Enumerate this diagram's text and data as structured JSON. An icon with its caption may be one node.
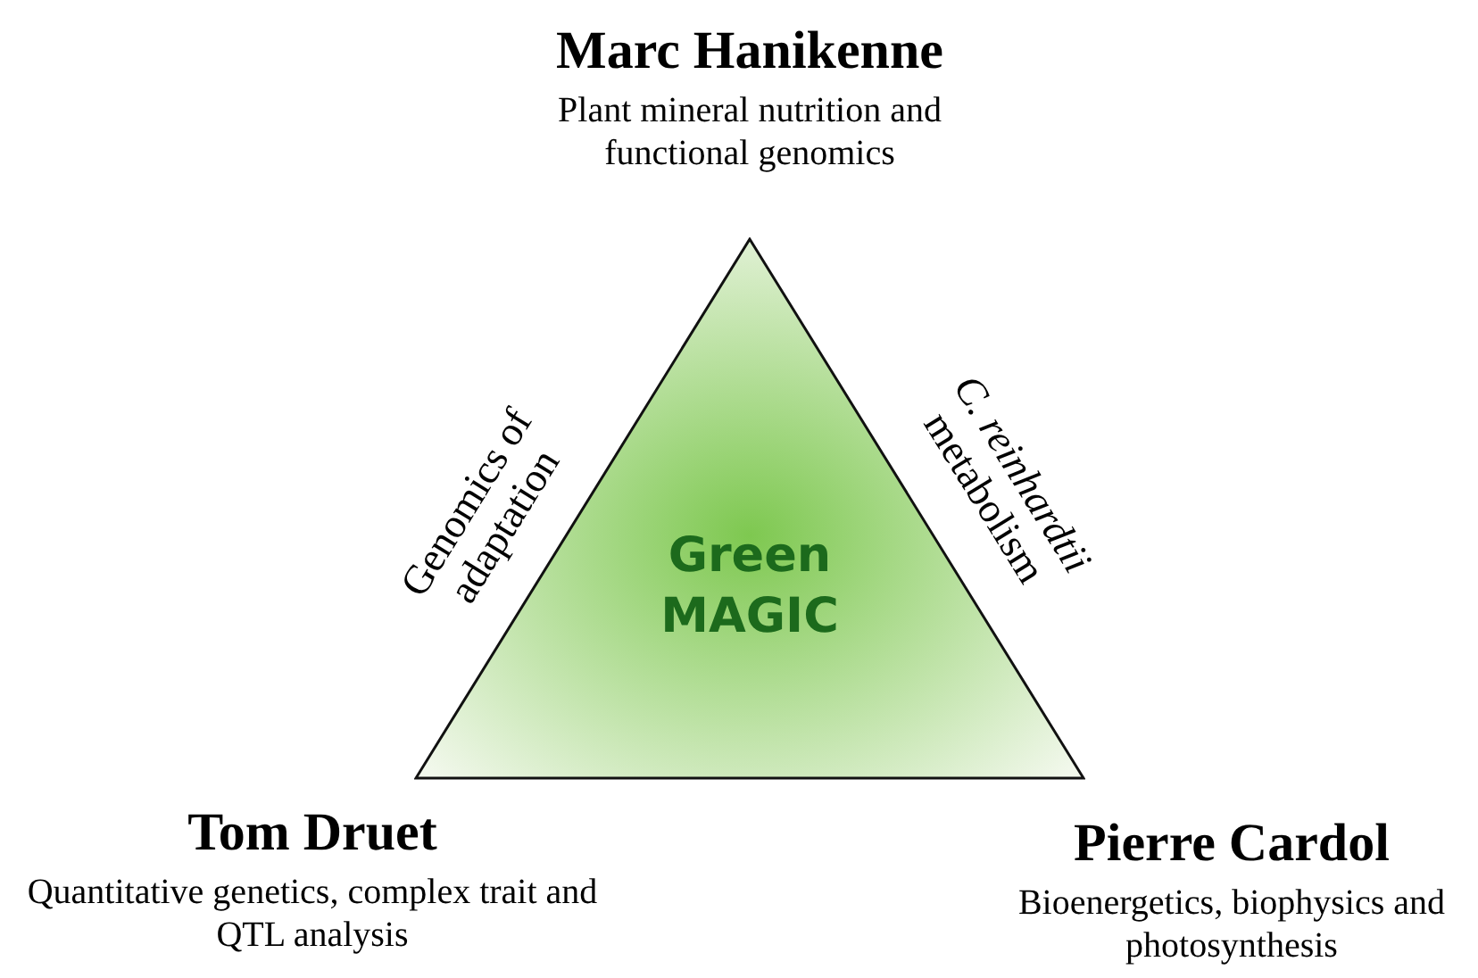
{
  "diagram": {
    "nodes": [
      {
        "text": [
          "Marc Hanikenne",
          "Plant mineral nutrition and functional genomics"
        ]
      },
      {
        "text": [
          "Green MAGIC"
        ]
      },
      {
        "text": [
          "Tom Druet",
          "Quantitative genetics, complex trait and QTL analysis"
        ]
      },
      {
        "text": [
          "Pierre Cardol",
          "Bioenergetics, biophysics and photosynthesis"
        ]
      }
    ],
    "edges": [],
    "labels": [
      "Genomics of adaptation",
      "*C. reinhardtii* metabolism"
    ]
  }
}
